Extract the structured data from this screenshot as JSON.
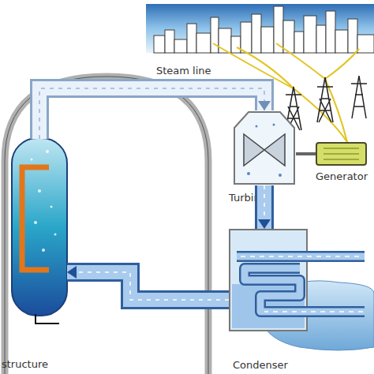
{
  "diagram": {
    "nodes": [
      {
        "text": [
          "structure"
        ]
      },
      {
        "text": [
          "Turbine"
        ]
      },
      {
        "text": [
          "Generator"
        ]
      },
      {
        "text": [
          "Condenser"
        ]
      }
    ],
    "edges": [
      {
        "from": 0,
        "to": 1,
        "arrow": "to",
        "label": "Steam line"
      },
      {
        "from": 1,
        "to": 3,
        "arrow": "to"
      },
      {
        "from": 1,
        "to": 2,
        "arrow": "none"
      },
      {
        "from": 3,
        "to": 0,
        "arrow": "to"
      }
    ]
  }
}
